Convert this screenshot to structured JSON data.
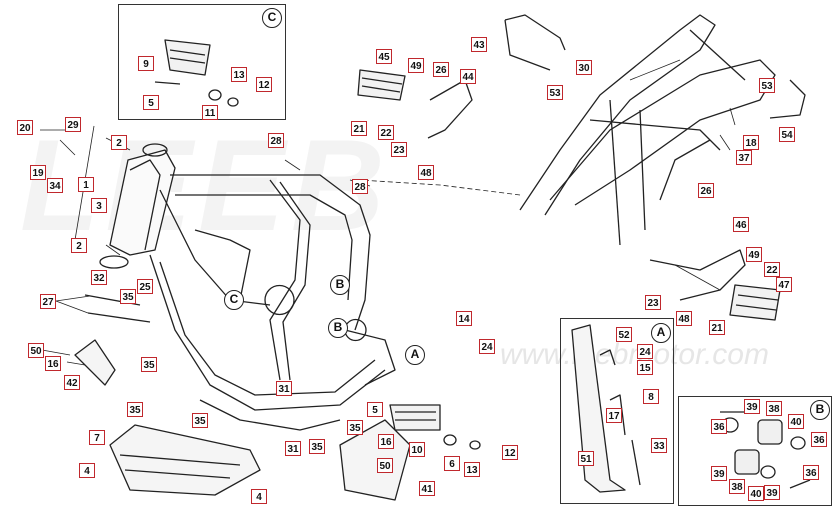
{
  "watermark": {
    "brand": "LEEB",
    "url": "www.leebmotor.com"
  },
  "colors": {
    "label_border": "#c0282d",
    "line": "#222222"
  },
  "insets": [
    {
      "id": "C",
      "label": "C"
    },
    {
      "id": "A",
      "label": "A"
    },
    {
      "id": "B",
      "label": "B"
    }
  ],
  "callouts": {
    "c1": "1",
    "c2a": "2",
    "c2b": "2",
    "c3": "3",
    "c4a": "4",
    "c4b": "4",
    "c5a": "5",
    "c5b": "5",
    "c6": "6",
    "c7": "7",
    "c8": "8",
    "c9": "9",
    "c10": "10",
    "c11": "11",
    "c12a": "12",
    "c12b": "12",
    "c13a": "13",
    "c13b": "13",
    "c14": "14",
    "c15": "15",
    "c16a": "16",
    "c16b": "16",
    "c17": "17",
    "c18": "18",
    "c19": "19",
    "c20": "20",
    "c21a": "21",
    "c21b": "21",
    "c22a": "22",
    "c22b": "22",
    "c23a": "23",
    "c23b": "23",
    "c24a": "24",
    "c24b": "24",
    "c25": "25",
    "c26a": "26",
    "c26b": "26",
    "c27": "27",
    "c28a": "28",
    "c28b": "28",
    "c29": "29",
    "c30": "30",
    "c31a": "31",
    "c31b": "31",
    "c32": "32",
    "c33": "33",
    "c34": "34",
    "c35a": "35",
    "c35b": "35",
    "c35c": "35",
    "c35d": "35",
    "c35e": "35",
    "c36a": "36",
    "c36b": "36",
    "c37": "37",
    "c38a": "38",
    "c38b": "38",
    "c39a": "39",
    "c39b": "39",
    "c40a": "40",
    "c40b": "40",
    "c41": "41",
    "c42": "42",
    "c43": "43",
    "c44": "44",
    "c45": "45",
    "c46": "46",
    "c47": "47",
    "c48a": "48",
    "c48b": "48",
    "c49a": "49",
    "c49b": "49",
    "c50a": "50",
    "c50b": "50",
    "c51": "51",
    "c52": "52",
    "c53a": "53",
    "c53b": "53",
    "c54": "54"
  },
  "markers": {
    "mA1": "A",
    "mA2": "A",
    "mB1": "B",
    "mB2": "B",
    "mB3": "B",
    "mC1": "C",
    "mC2": "C"
  }
}
